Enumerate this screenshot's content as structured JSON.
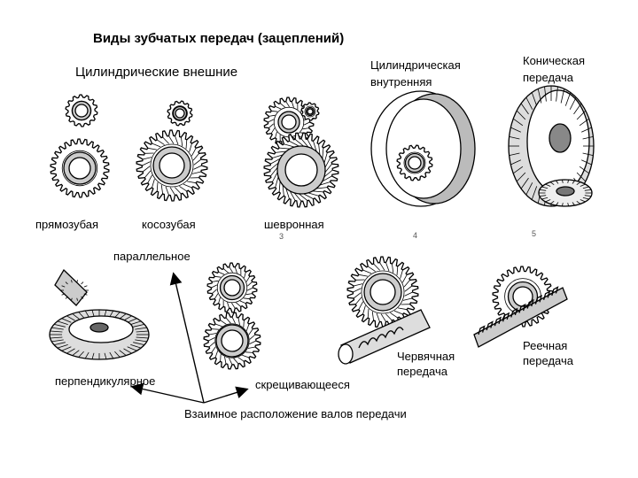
{
  "title": "Виды зубчатых передач (зацеплений)",
  "group_cyl_external": "Цилиндрические внешние",
  "cyl_internal": {
    "line1": "Цилиндрическая",
    "line2": "внутренняя"
  },
  "conical": {
    "line1": "Коническая",
    "line2": "передача"
  },
  "gear_labels": {
    "straight": "прямозубая",
    "helical": "косозубая",
    "herringbone": "шевронная"
  },
  "figure_numbers": {
    "n3": "3",
    "n4": "4",
    "n5": "5"
  },
  "parallel": "параллельное",
  "perpendicular": "перпендикулярное",
  "crossing": "скрещивающееся",
  "worm": {
    "line1": "Червячная",
    "line2": "передача"
  },
  "rack": {
    "line1": "Реечная",
    "line2": "передача"
  },
  "shaft_arrangement": "Взаимное расположение валов передачи"
}
